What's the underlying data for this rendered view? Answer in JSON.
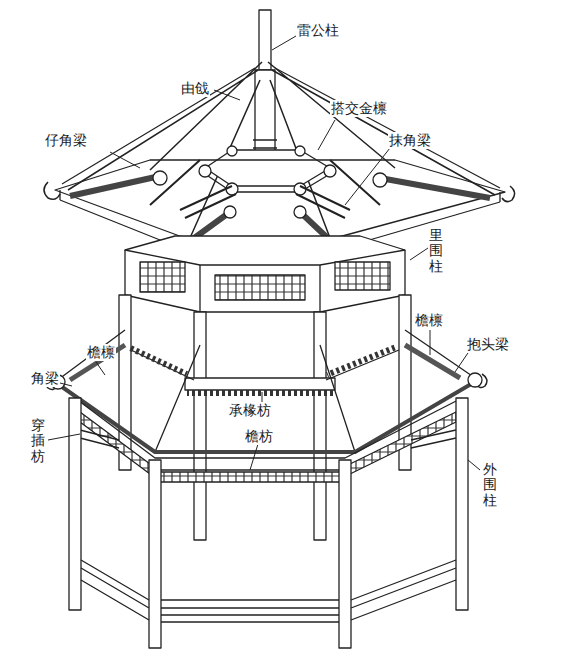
{
  "diagram": {
    "labels": [
      "雷公柱",
      "由戗",
      "搭交金檩",
      "仔角梁",
      "抹角梁",
      "里围柱",
      "檐檩",
      "抱头梁",
      "檐檩",
      "角梁",
      "穿插枋",
      "承椽枋",
      "檐枋",
      "外围柱"
    ]
  }
}
